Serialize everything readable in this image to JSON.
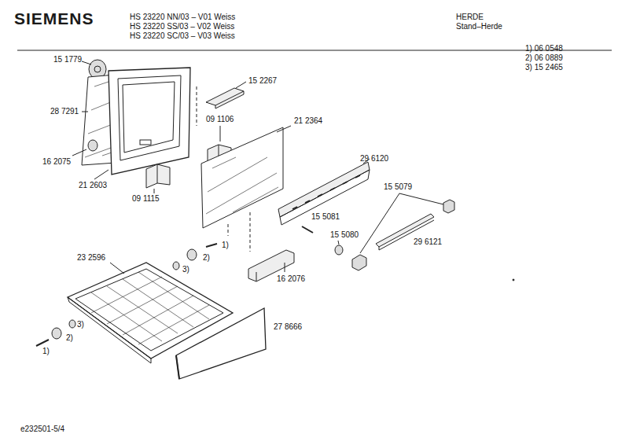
{
  "diagram": {
    "labels": [
      "SIEMENS",
      "HS 23220 NN/03 – V01 Weiss",
      "HS 23220 SS/03 – V02 Weiss",
      "HS 23220 SC/03 – V03 Weiss",
      "HERDE",
      "Stand–Herde",
      "1) 06 0548",
      "2) 06 0889",
      "3) 15 2465",
      "15 1779",
      "28 7291",
      "16 2075",
      "21 2603",
      "09 1115",
      "15 2267",
      "09 1106",
      "21 2364",
      "29 6120",
      "15 5079",
      "15 5081",
      "15 5080",
      "29 6121",
      "16 2076",
      "23 2596",
      "27 8666",
      "1)",
      "2)",
      "3)",
      "3)",
      "2)",
      "1)",
      "e232501-5/4"
    ]
  }
}
